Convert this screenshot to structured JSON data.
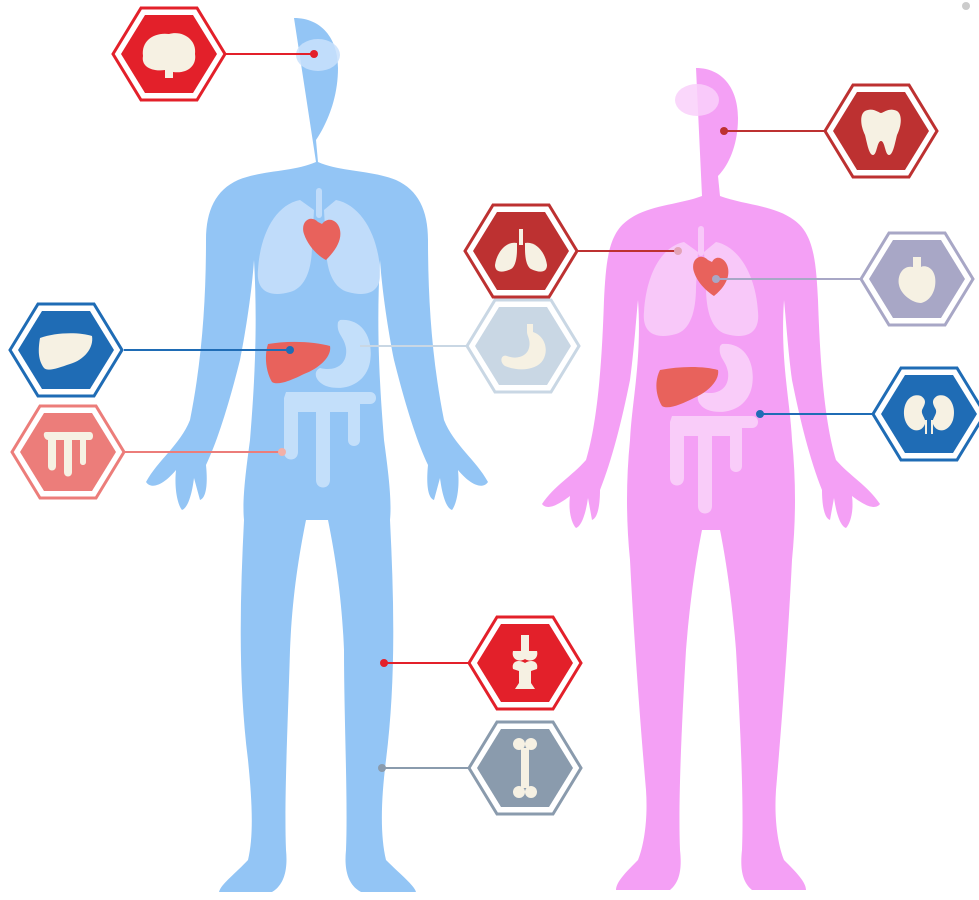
{
  "colors": {
    "male_body": "#93c5f5",
    "female_body": "#f4a0f5",
    "organ_overlay_male": "#c9e1fb",
    "organ_overlay_female": "#f9d0fa",
    "heart": "#e8625c",
    "liver": "#e8625c",
    "red": "#e3202a",
    "dark_red": "#bd3131",
    "blue": "#1f6cb5",
    "salmon": "#ec7d7a",
    "pale_blue": "#c9d7e4",
    "lavender": "#a8a7c6",
    "slate": "#8a9bad",
    "icon_cream": "#f6f1e3"
  },
  "figures": [
    {
      "name": "male-figure",
      "color": "male_body"
    },
    {
      "name": "female-figure",
      "color": "female_body"
    }
  ],
  "callouts": [
    {
      "name": "brain",
      "icon": "brain-icon",
      "fill": "red"
    },
    {
      "name": "tooth",
      "icon": "tooth-icon",
      "fill": "dark_red"
    },
    {
      "name": "lungs",
      "icon": "lungs-icon",
      "fill": "dark_red"
    },
    {
      "name": "heart",
      "icon": "heart-icon",
      "fill": "lavender"
    },
    {
      "name": "liver",
      "icon": "liver-icon",
      "fill": "blue"
    },
    {
      "name": "stomach",
      "icon": "stomach-icon",
      "fill": "pale_blue"
    },
    {
      "name": "kidneys",
      "icon": "kidneys-icon",
      "fill": "blue"
    },
    {
      "name": "intestines",
      "icon": "intestines-icon",
      "fill": "salmon"
    },
    {
      "name": "joint",
      "icon": "joint-icon",
      "fill": "red"
    },
    {
      "name": "bone",
      "icon": "bone-icon",
      "fill": "slate"
    }
  ]
}
